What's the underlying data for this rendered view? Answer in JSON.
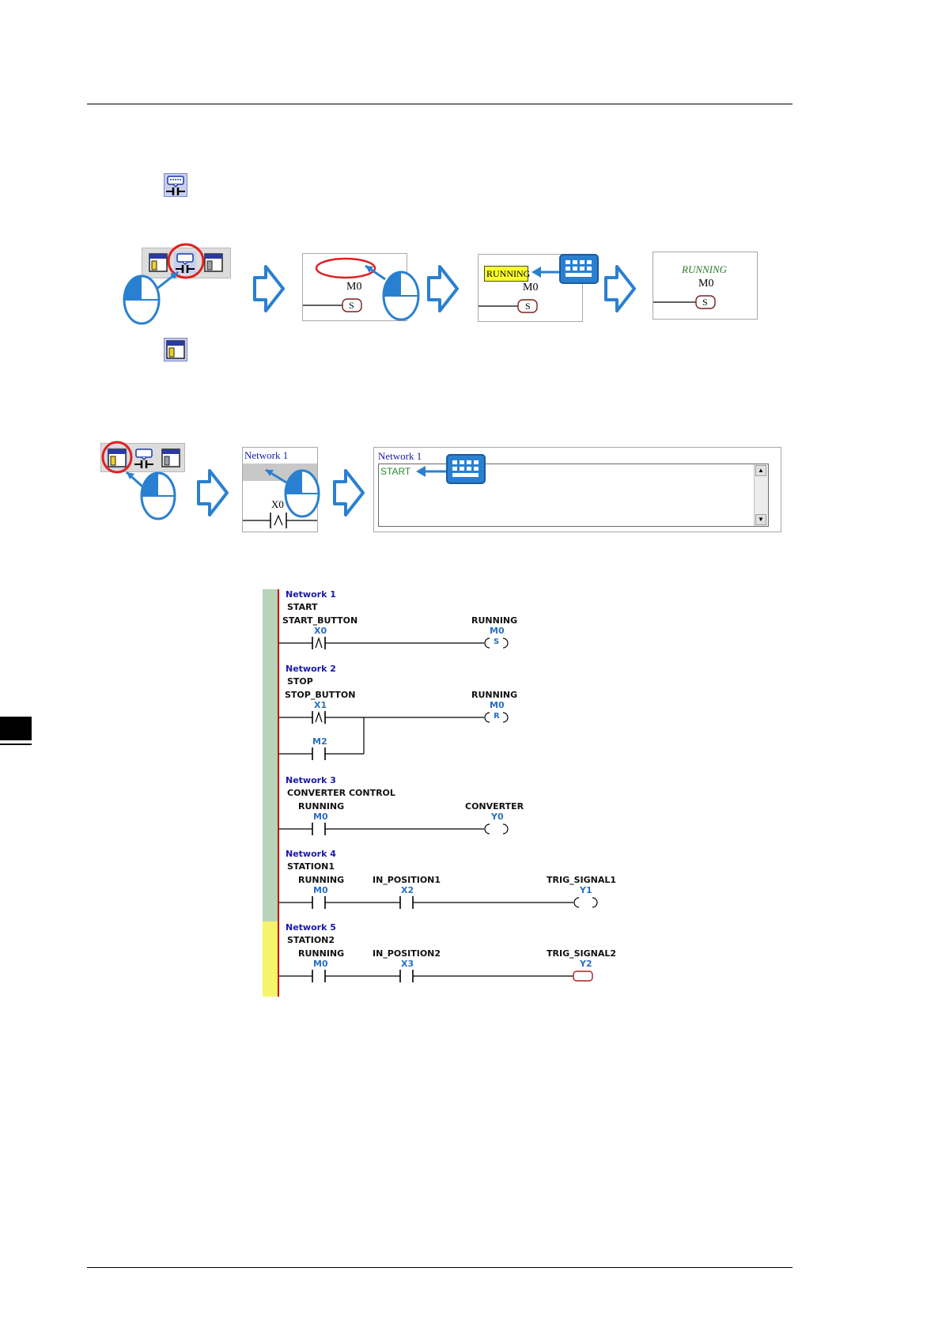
{
  "step1": {
    "toolbar_icons": [
      "network-comment-icon"
    ],
    "frame1": {
      "device": "M0",
      "coil": "S"
    },
    "frame2": {
      "typed_comment": "RUNNING",
      "device": "M0",
      "coil": "S"
    },
    "frame3": {
      "comment": "RUNNING",
      "device": "M0",
      "coil": "S"
    }
  },
  "step2": {
    "toolbar_icons": [
      "network-title-icon"
    ],
    "frame1": {
      "title": "Network 1",
      "device": "X0"
    },
    "frame2": {
      "title": "Network 1",
      "typed_text": "START"
    }
  },
  "ladder": {
    "rail_colors": {
      "top": "#b8d4b8",
      "bottom": "#f5f56a",
      "power_rail": "#cc0000"
    },
    "networks": [
      {
        "label": "Network 1",
        "comment": "START",
        "contacts": [
          {
            "symbol": "START_BUTTON",
            "device": "X0",
            "type": "rising-edge"
          }
        ],
        "coil": {
          "symbol": "RUNNING",
          "device": "M0",
          "type": "S"
        }
      },
      {
        "label": "Network 2",
        "comment": "STOP",
        "contacts": [
          {
            "symbol": "STOP_BUTTON",
            "device": "X1",
            "type": "rising-edge"
          }
        ],
        "parallel_contact": {
          "device": "M2"
        },
        "coil": {
          "symbol": "RUNNING",
          "device": "M0",
          "type": "R"
        }
      },
      {
        "label": "Network 3",
        "comment": "CONVERTER CONTROL",
        "contacts": [
          {
            "symbol": "RUNNING",
            "device": "M0",
            "type": "no"
          }
        ],
        "coil": {
          "symbol": "CONVERTER",
          "device": "Y0",
          "type": "out"
        }
      },
      {
        "label": "Network 4",
        "comment": "STATION1",
        "contacts": [
          {
            "symbol": "RUNNING",
            "device": "M0",
            "type": "no"
          },
          {
            "symbol": "IN_POSITION1",
            "device": "X2",
            "type": "no"
          }
        ],
        "coil": {
          "symbol": "TRIG_SIGNAL1",
          "device": "Y1",
          "type": "out"
        }
      },
      {
        "label": "Network 5",
        "comment": "STATION2",
        "contacts": [
          {
            "symbol": "RUNNING",
            "device": "M0",
            "type": "no"
          },
          {
            "symbol": "IN_POSITION2",
            "device": "X3",
            "type": "no"
          }
        ],
        "coil": {
          "symbol": "TRIG_SIGNAL2",
          "device": "Y2",
          "type": "out-selected"
        }
      }
    ]
  }
}
